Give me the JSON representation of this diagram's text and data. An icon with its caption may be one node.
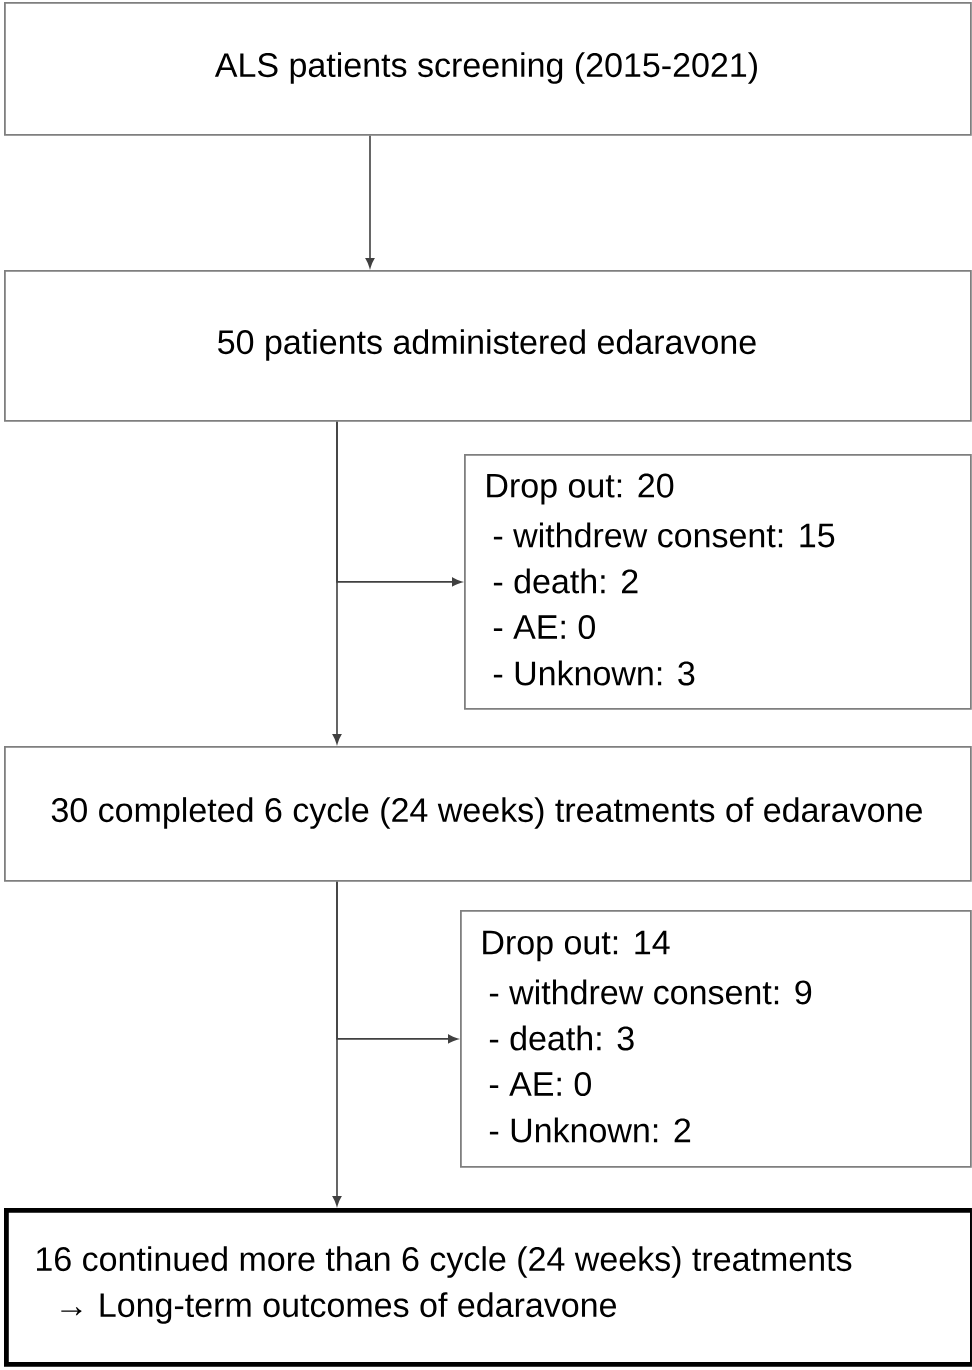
{
  "diagram": {
    "nodes": [
      {
        "text": [
          "ALS patients screening (2015-2021)"
        ]
      },
      {
        "text": [
          "50 patients administered edaravone"
        ]
      },
      {
        "text": [
          "Drop out: 20",
          "- withdrew consent: 15",
          "- death: 2",
          "- AE: 0",
          "- Unknown: 3"
        ]
      },
      {
        "text": [
          "30 completed 6 cycle (24 weeks) treatments of edaravone"
        ]
      },
      {
        "text": [
          "Drop out: 14",
          "- withdrew consent: 9",
          "- death: 3",
          "- AE: 0",
          "- Unknown: 2"
        ]
      },
      {
        "text": [
          "16 continued more than 6 cycle (24 weeks) treatments",
          "→ Long-term outcomes of edaravone"
        ]
      }
    ],
    "edges": [
      {
        "from": 0,
        "to": 1,
        "arrow": "to"
      },
      {
        "from": 1,
        "to": 2,
        "arrow": "to"
      },
      {
        "from": 1,
        "to": 3,
        "arrow": "to"
      },
      {
        "from": 3,
        "to": 4,
        "arrow": "to"
      },
      {
        "from": 3,
        "to": 5,
        "arrow": "to"
      }
    ]
  }
}
